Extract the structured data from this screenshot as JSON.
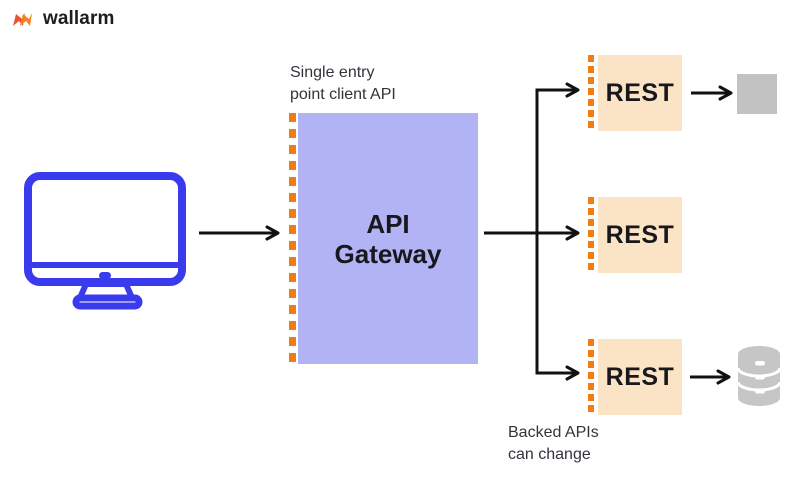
{
  "logo": {
    "text": "wallarm",
    "icon": "wallarm-mark-icon",
    "colors": {
      "primary": "#f58220",
      "secondary": "#e8542c"
    }
  },
  "diagram": {
    "client": {
      "icon": "desktop-computer-icon",
      "color": "#3b3bee"
    },
    "gateway": {
      "caption": "Single entry\npoint client API",
      "label": "API\nGateway",
      "fill": "#b2b3f5",
      "accent_dash_color": "#f07c12"
    },
    "rest_nodes": [
      {
        "label": "REST"
      },
      {
        "label": "REST"
      },
      {
        "label": "REST"
      }
    ],
    "rest_fill": "#fbe3c6",
    "caption_bottom": "Backed APIs\ncan change",
    "endpoints": {
      "square_color": "#c2c2c2",
      "database_color": "#c6c6c6",
      "database_icon": "database-icon"
    },
    "arrow_color": "#111111"
  }
}
